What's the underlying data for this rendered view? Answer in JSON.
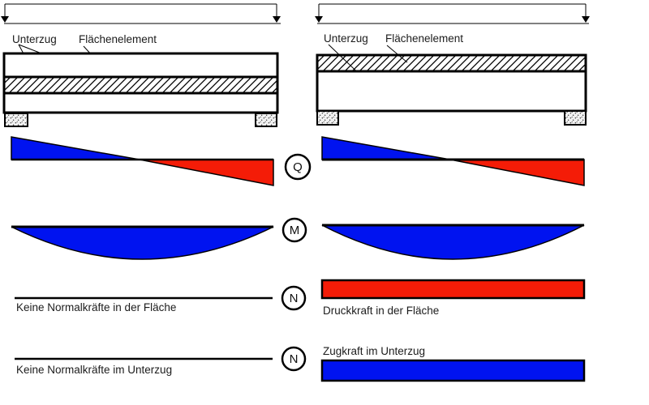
{
  "colors": {
    "positive": "#0013f0",
    "negative": "#f41c07",
    "ink": "#000000"
  },
  "symbols": {
    "shear": "Q",
    "moment": "M",
    "normal_surface": "N",
    "normal_beam": "N"
  },
  "left_system": {
    "beam_label": "Unterzug",
    "surface_label": "Flächenelement",
    "normal_surface_note": "Keine Normalkräfte in der Fläche",
    "normal_beam_note": "Keine Normalkräfte im Unterzug"
  },
  "right_system": {
    "beam_label": "Unterzug",
    "surface_label": "Flächenelement",
    "normal_surface_note": "Druckkraft in der Fläche",
    "normal_beam_note": "Zugkraft im Unterzug"
  }
}
